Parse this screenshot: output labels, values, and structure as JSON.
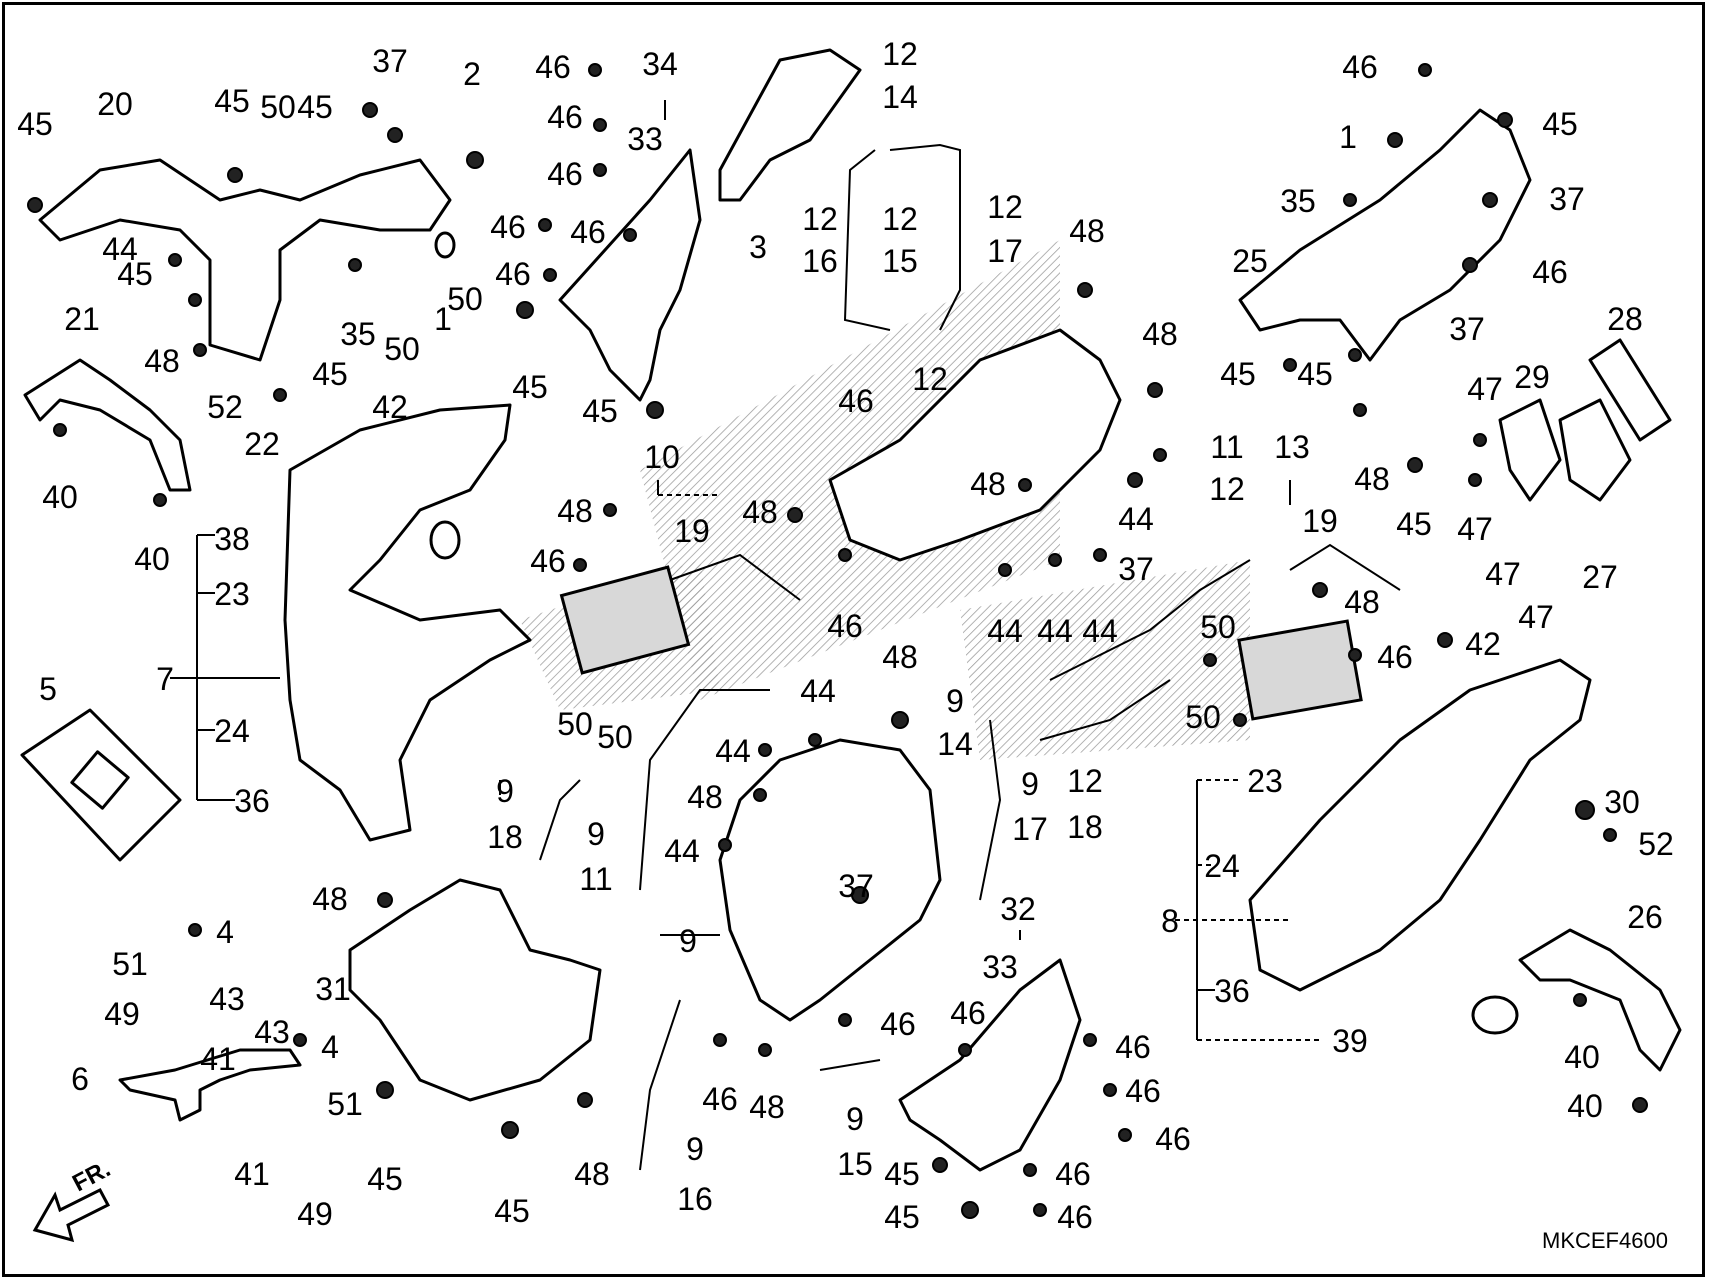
{
  "diagram_code": "MKCEF4600",
  "direction_label": "FR.",
  "callouts": [
    "45",
    "20",
    "45",
    "50",
    "45",
    "37",
    "2",
    "44",
    "45",
    "35",
    "50",
    "1",
    "50",
    "48",
    "45",
    "52",
    "42",
    "22",
    "21",
    "40",
    "40",
    "38",
    "23",
    "7",
    "24",
    "36",
    "5",
    "4",
    "51",
    "43",
    "49",
    "43",
    "4",
    "6",
    "41",
    "41",
    "51",
    "49",
    "31",
    "48",
    "45",
    "45",
    "48",
    "46",
    "34",
    "46",
    "33",
    "46",
    "46",
    "46",
    "46",
    "45",
    "45",
    "3",
    "10",
    "48",
    "19",
    "46",
    "50",
    "50",
    "9",
    "18",
    "9",
    "11",
    "12",
    "14",
    "12",
    "16",
    "12",
    "15",
    "12",
    "17",
    "48",
    "12",
    "46",
    "48",
    "48",
    "46",
    "48",
    "44",
    "37",
    "44",
    "44",
    "44",
    "11",
    "12",
    "9",
    "14",
    "9",
    "17",
    "12",
    "18",
    "48",
    "44",
    "44",
    "48",
    "44",
    "37",
    "9",
    "46",
    "46",
    "48",
    "9",
    "16",
    "9",
    "15",
    "32",
    "33",
    "46",
    "46",
    "46",
    "46",
    "45",
    "46",
    "45",
    "46",
    "46",
    "1",
    "45",
    "35",
    "37",
    "25",
    "37",
    "46",
    "45",
    "45",
    "48",
    "45",
    "28",
    "29",
    "47",
    "47",
    "47",
    "47",
    "27",
    "13",
    "19",
    "48",
    "46",
    "50",
    "50",
    "42",
    "23",
    "24",
    "8",
    "36",
    "39",
    "30",
    "52",
    "26",
    "40",
    "40"
  ]
}
